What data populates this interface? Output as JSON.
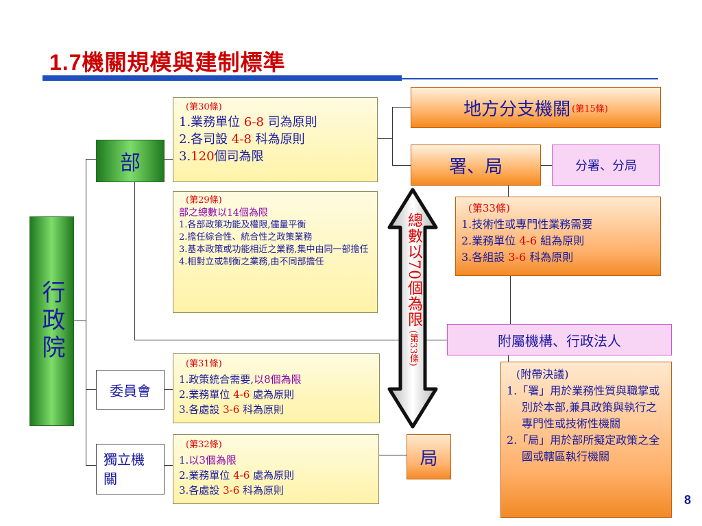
{
  "title": {
    "num": "1.7",
    "text": "機關規模與建制標準"
  },
  "nodes": {
    "executive_yuan": "行政院",
    "ministry": "部",
    "committee": "委員會",
    "independent": "獨立機關",
    "local_branch": "地方分支機關",
    "local_branch_article": "(第15條)",
    "administration_bureau": "署、局",
    "sub_admin": "分署、分局",
    "affiliated": "附屬機構、行政法人",
    "bureau": "局"
  },
  "arrow": {
    "main": "總數以70個為限",
    "article": "(第33條)"
  },
  "rules": {
    "art30": {
      "header": "(第30條)",
      "l1_pre": "1.業務單位 ",
      "l1_red": "6-8",
      "l1_post": " 司為原則",
      "l2_pre": "2.各司設 ",
      "l2_red": "4-8",
      "l2_post": " 科為原則",
      "l3_pre": "3.",
      "l3_red": "120",
      "l3_post": "個司為限"
    },
    "art29": {
      "header": "(第29條)",
      "lead": "部之總數以14個為限",
      "items": [
        "1.各部政策功能及權限,儘量平衡",
        "2.擔任綜合性、統合性之政策業務",
        "3.基本政策或功能相近之業務,集中由同一部擔任",
        "4.相對立或制衡之業務,由不同部擔任"
      ]
    },
    "art31": {
      "header": "(第31條)",
      "l1_pre": "1.政策統合需要,",
      "l1_purple": "以8個為限",
      "l2_pre": "2.業務單位 ",
      "l2_red": "4-6",
      "l2_post": " 處為原則",
      "l3_pre": "3.各處設 ",
      "l3_red": "3-6",
      "l3_post": " 科為原則"
    },
    "art32": {
      "header": "(第32條)",
      "l1_pre": "1.",
      "l1_purple": "以3個為限",
      "l2_pre": "2.業務單位 ",
      "l2_red": "4-6",
      "l2_post": " 處為原則",
      "l3_pre": "3.各處設 ",
      "l3_red": "3-6",
      "l3_post": " 科為原則"
    },
    "art33": {
      "header": "(第33條)",
      "l1": "1.技術性或專門性業務需要",
      "l2_pre": "2.業務單位 ",
      "l2_red": "4-6",
      "l2_post": " 組為原則",
      "l3_pre": "3.各組設 ",
      "l3_red": "3-6",
      "l3_post": " 科為原則"
    },
    "resolution": {
      "header": "(附帶決議)",
      "items": [
        "1.「署」用於業務性質與職掌或別於本部,兼具政策與執行之專門性或技術性機關",
        "2.「局」用於部所擬定政策之全國或轄區執行機關"
      ]
    }
  },
  "page_number": "8",
  "colors": {
    "title": "#cc0000",
    "accent_blue": "#1f4fbf",
    "text_navy": "#1a1aa0",
    "highlight_red": "#dd0000",
    "highlight_purple": "#8b00b0"
  }
}
